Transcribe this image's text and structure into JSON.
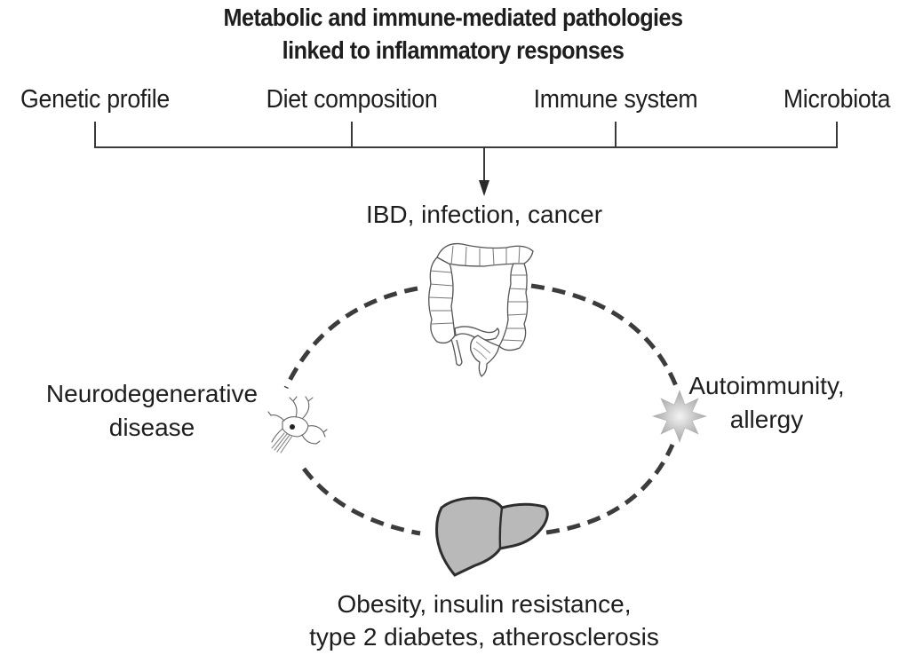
{
  "title": {
    "line1": "Metabolic and immune-mediated pathologies",
    "line2": "linked to inflammatory responses"
  },
  "factors": [
    {
      "label": "Genetic profile"
    },
    {
      "label": "Diet composition"
    },
    {
      "label": "Immune system"
    },
    {
      "label": "Microbiota"
    }
  ],
  "conditions": {
    "top": {
      "line1": "IBD, infection, cancer",
      "icon": "colon-icon"
    },
    "left": {
      "line1": "Neurodegenerative",
      "line2": "disease",
      "icon": "neuron-icon"
    },
    "right": {
      "line1": "Autoimmunity,",
      "line2": "allergy",
      "icon": "star-burst-icon"
    },
    "bottom": {
      "line1": "Obesity, insulin resistance,",
      "line2": "type 2 diabetes, atherosclerosis",
      "icon": "liver-icon"
    }
  },
  "colors": {
    "text": "#1e1e1e",
    "line": "#3a3a3a",
    "dash": "#3c3c3c",
    "liver_fill": "#b9b9b9",
    "star_fill": "#bdbdbd",
    "sketch": "#555555"
  }
}
